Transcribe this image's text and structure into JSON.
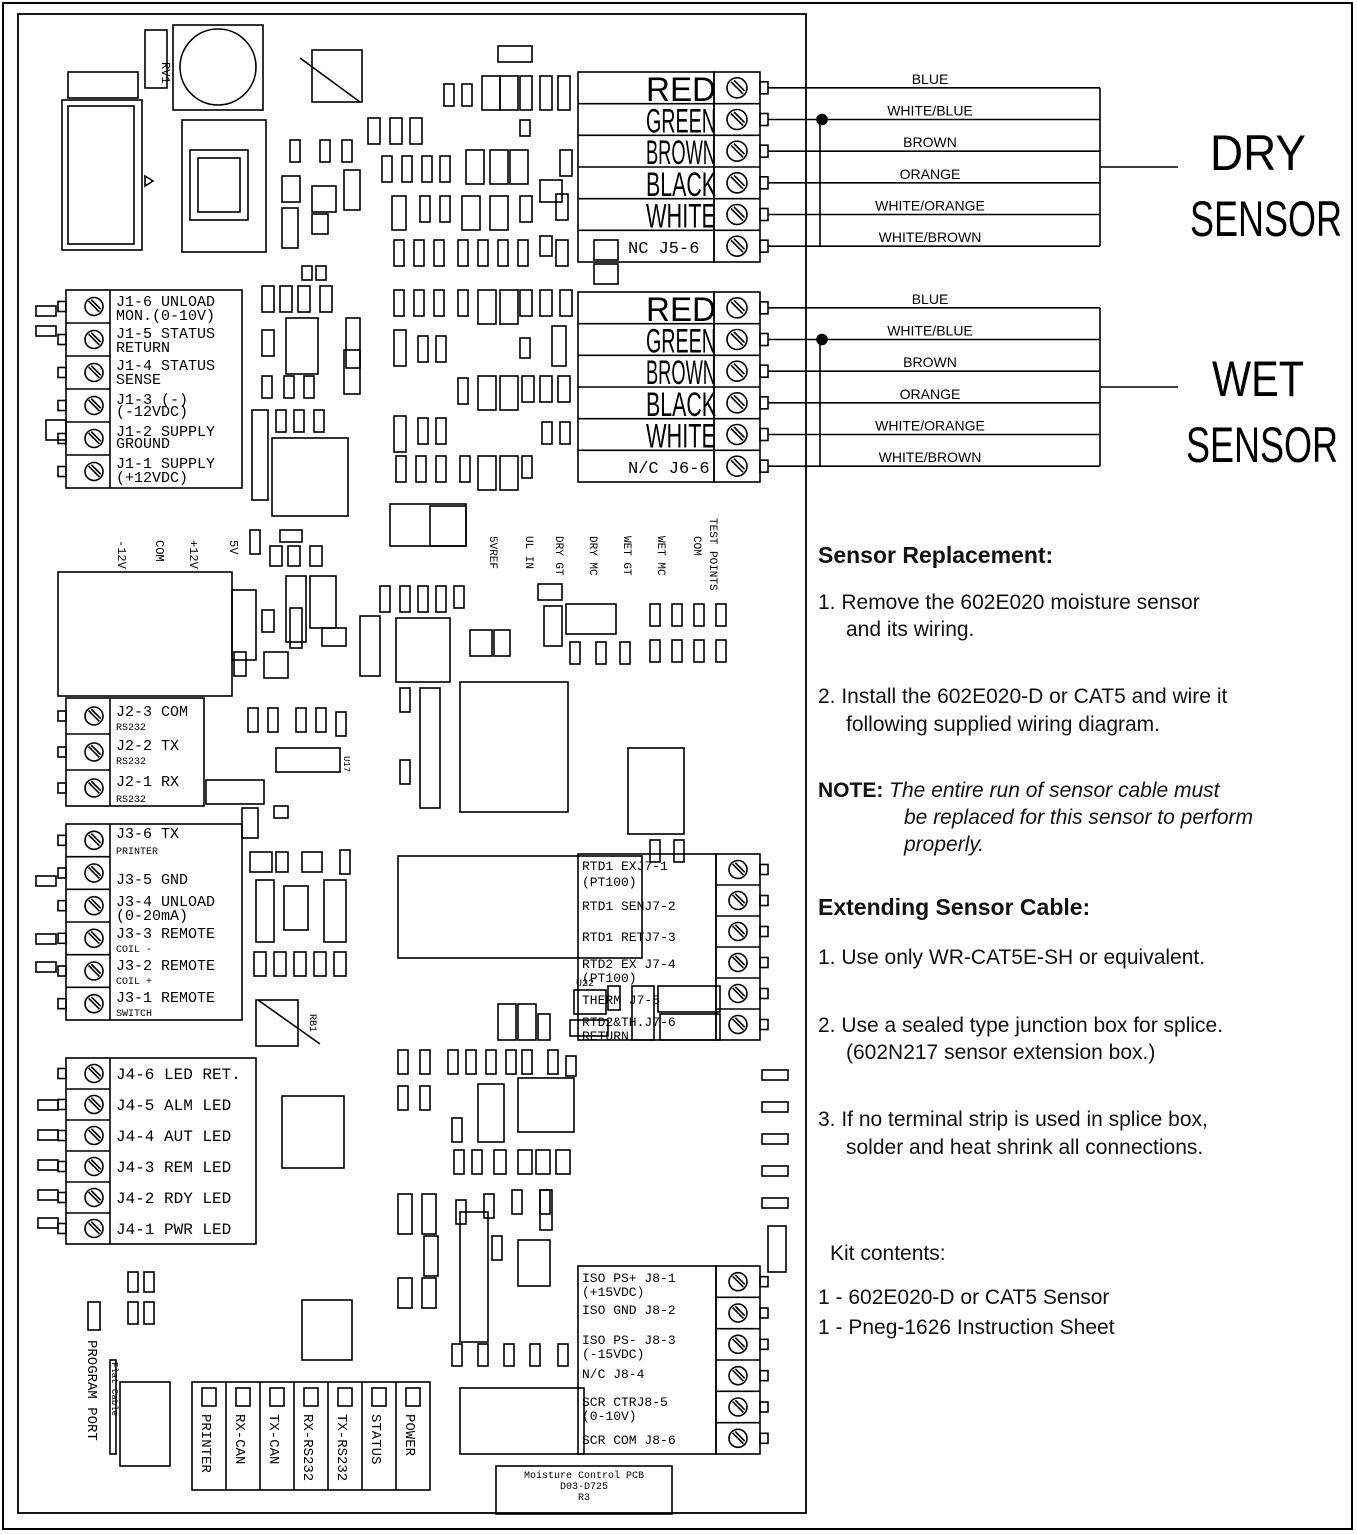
{
  "board": {
    "title_lines": [
      "Moisture Control PCB",
      "D03-D725",
      "R3"
    ]
  },
  "dry_connector": {
    "terminals": [
      "RED",
      "GREEN",
      "BROWN",
      "BLACK",
      "WHITE",
      "NC J5-6"
    ],
    "wires": [
      "BLUE",
      "WHITE/BLUE",
      "BROWN",
      "ORANGE",
      "WHITE/ORANGE",
      "WHITE/BROWN"
    ],
    "sensor_label": [
      "DRY",
      "SENSOR"
    ]
  },
  "wet_connector": {
    "terminals": [
      "RED",
      "GREEN",
      "BROWN",
      "BLACK",
      "WHITE",
      "N/C J6-6"
    ],
    "wires": [
      "BLUE",
      "WHITE/BLUE",
      "BROWN",
      "ORANGE",
      "WHITE/ORANGE",
      "WHITE/BROWN"
    ],
    "sensor_label": [
      "WET",
      "SENSOR"
    ]
  },
  "j1": [
    "J1-6 UNLOAD",
    "MON.(0-10V)",
    "J1-5 STATUS",
    "RETURN",
    "J1-4 STATUS",
    "SENSE",
    "J1-3 (-)",
    "(-12VDC)",
    "J1-2 SUPPLY",
    "GROUND",
    "J1-1 SUPPLY",
    "(+12VDC)"
  ],
  "j2": [
    "J2-3 COM",
    "RS232",
    "J2-2 TX",
    "RS232",
    "J2-1 RX",
    "RS232"
  ],
  "j3": [
    "J3-6 TX",
    "PRINTER",
    "J3-5 GND",
    "J3-4 UNLOAD",
    "(0-20mA)",
    "J3-3 REMOTE",
    "COIL -",
    "J3-2 REMOTE",
    "COIL +",
    "J3-1 REMOTE",
    "SWITCH"
  ],
  "j4": [
    "J4-6 LED RET.",
    "J4-5 ALM LED",
    "J4-4 AUT LED",
    "J4-3 REM LED",
    "J4-2 RDY LED",
    "J4-1 PWR LED"
  ],
  "j7": [
    "RTD1 EXJ7-1",
    "(PT100)",
    "RTD1 SENJ7-2",
    "RTD1 RETJ7-3",
    "RTD2 EX J7-4",
    "(PT100)",
    "THERM J7-5",
    "RTD2&TH.J7-6",
    "RETURN"
  ],
  "j8": [
    "ISO PS+ J8-1",
    "(+15VDC)",
    "ISO GND J8-2",
    "ISO PS- J8-3",
    "(-15VDC)",
    "N/C J8-4",
    "SCR CTRJ8-5",
    "(0-10V)",
    "SCR COM J8-6"
  ],
  "leds": [
    "PRINTER",
    "RX-CAN",
    "TX-CAN",
    "RX-RS232",
    "TX-RS232",
    "STATUS",
    "POWER"
  ],
  "program_port": [
    "PROGRAM PORT",
    "Flat Cable"
  ],
  "power_labels": [
    "-12V",
    "COM",
    "+12V",
    "5V"
  ],
  "test_points": [
    "5VREF",
    "UL IN",
    "DRY GT",
    "DRY MC",
    "WET GT",
    "WET MC",
    "COM",
    "TEST POINTS"
  ],
  "component_labels": [
    "RV1",
    "U22",
    "U17",
    "RB1"
  ],
  "instructions": {
    "sensor_heading": "Sensor Replacement:",
    "sensor_steps": [
      "1. Remove the 602E020 moisture sensor",
      "and its wiring.",
      "2. Install the 602E020-D or CAT5 and wire it",
      "following supplied wiring diagram."
    ],
    "note_label": "NOTE:",
    "note_lines": [
      "The entire run of sensor cable must",
      "be replaced for this sensor to perform",
      "properly."
    ],
    "extend_heading": "Extending Sensor Cable:",
    "extend_steps": [
      "1. Use only WR-CAT5E-SH or equivalent.",
      "2. Use a sealed type junction box for splice.",
      "(602N217 sensor extension box.)",
      "3. If no terminal strip is used in splice box,",
      "solder and heat shrink all connections."
    ],
    "kit_heading": "Kit contents:",
    "kit_items": [
      "1 - 602E020-D or CAT5 Sensor",
      "1 - Pneg-1626 Instruction Sheet"
    ]
  }
}
